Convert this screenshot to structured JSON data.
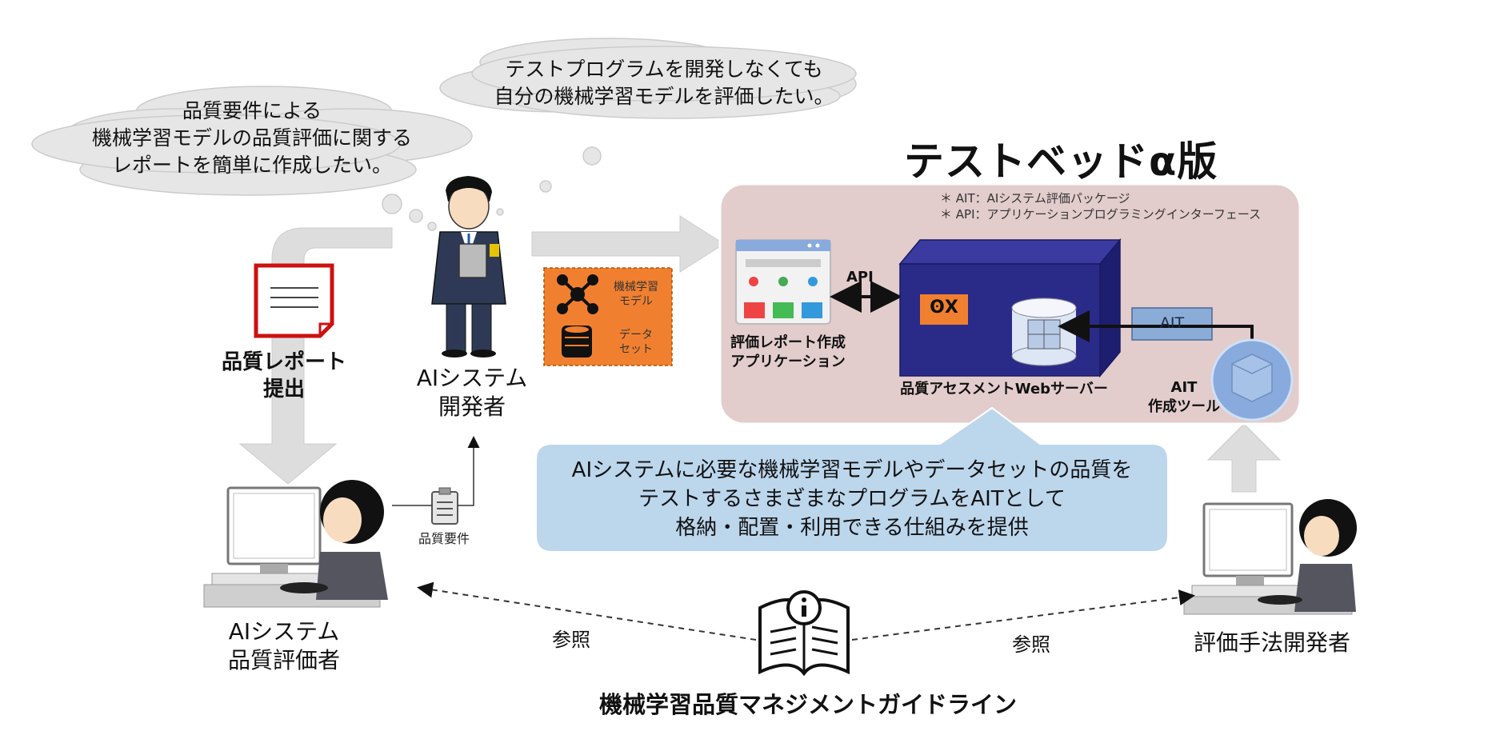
{
  "bubbles": {
    "left": [
      "品質要件による",
      "機械学習モデルの品質評価に関する",
      "レポートを簡単に作成したい。"
    ],
    "top": [
      "テストプログラムを開発しなくても",
      "自分の機械学習モデルを評価したい。"
    ]
  },
  "testbed": {
    "title": "テストベッドα版",
    "notes": [
      "＊ AIT：AIシステム評価パッケージ",
      "＊ API：アプリケーションプログラミングインターフェース"
    ],
    "api_label": "API",
    "app_label": [
      "評価レポート作成",
      "アプリケーション"
    ],
    "server_label": "品質アセスメントWebサーバー",
    "server_chip": "ʘX",
    "ait_label": "AIT",
    "ait_tool_label": [
      "AIT",
      "作成ツール"
    ]
  },
  "package": {
    "model_label": [
      "機械学習",
      "モデル"
    ],
    "dataset_label": [
      "データ",
      "セット"
    ]
  },
  "actors": {
    "developer": [
      "AIシステム",
      "開発者"
    ],
    "evaluator": [
      "AIシステム",
      "品質評価者"
    ],
    "method_dev": "評価手法開発者"
  },
  "report_label": [
    "品質レポート",
    "提出"
  ],
  "requirements_label": "品質要件",
  "callout": [
    "AIシステムに必要な機械学習モデルやデータセットの品質を",
    "テストするさまざまなプログラムをAITとして",
    "格納・配置・利用できる仕組みを提供"
  ],
  "ref_left": "参照",
  "ref_right": "参照",
  "guideline_label": "機械学習品質マネジメントガイドライン",
  "colors": {
    "cloud": "#e6e6e6",
    "testbed_bg": "#e2cccc",
    "server": "#2a2a88",
    "package": "#f08030",
    "callout": "#bcd6ec",
    "arrow": "#dddddd",
    "report_red": "#cc1111"
  }
}
